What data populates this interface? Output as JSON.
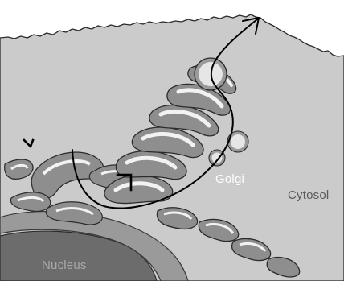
{
  "labels": {
    "golgi": "Golgi",
    "cytosol": "Cytosol",
    "nucleus": "Nucleus"
  },
  "colors": {
    "background": "#ffffff",
    "cytosol_fill": "#cbcbcb",
    "membrane_stroke": "#2b2b2b",
    "organelle_fill": "#8e8e8e",
    "organelle_lumen": "#f2f2f2",
    "nucleus_fill": "#6c6c6c",
    "path_stroke": "#000000"
  }
}
